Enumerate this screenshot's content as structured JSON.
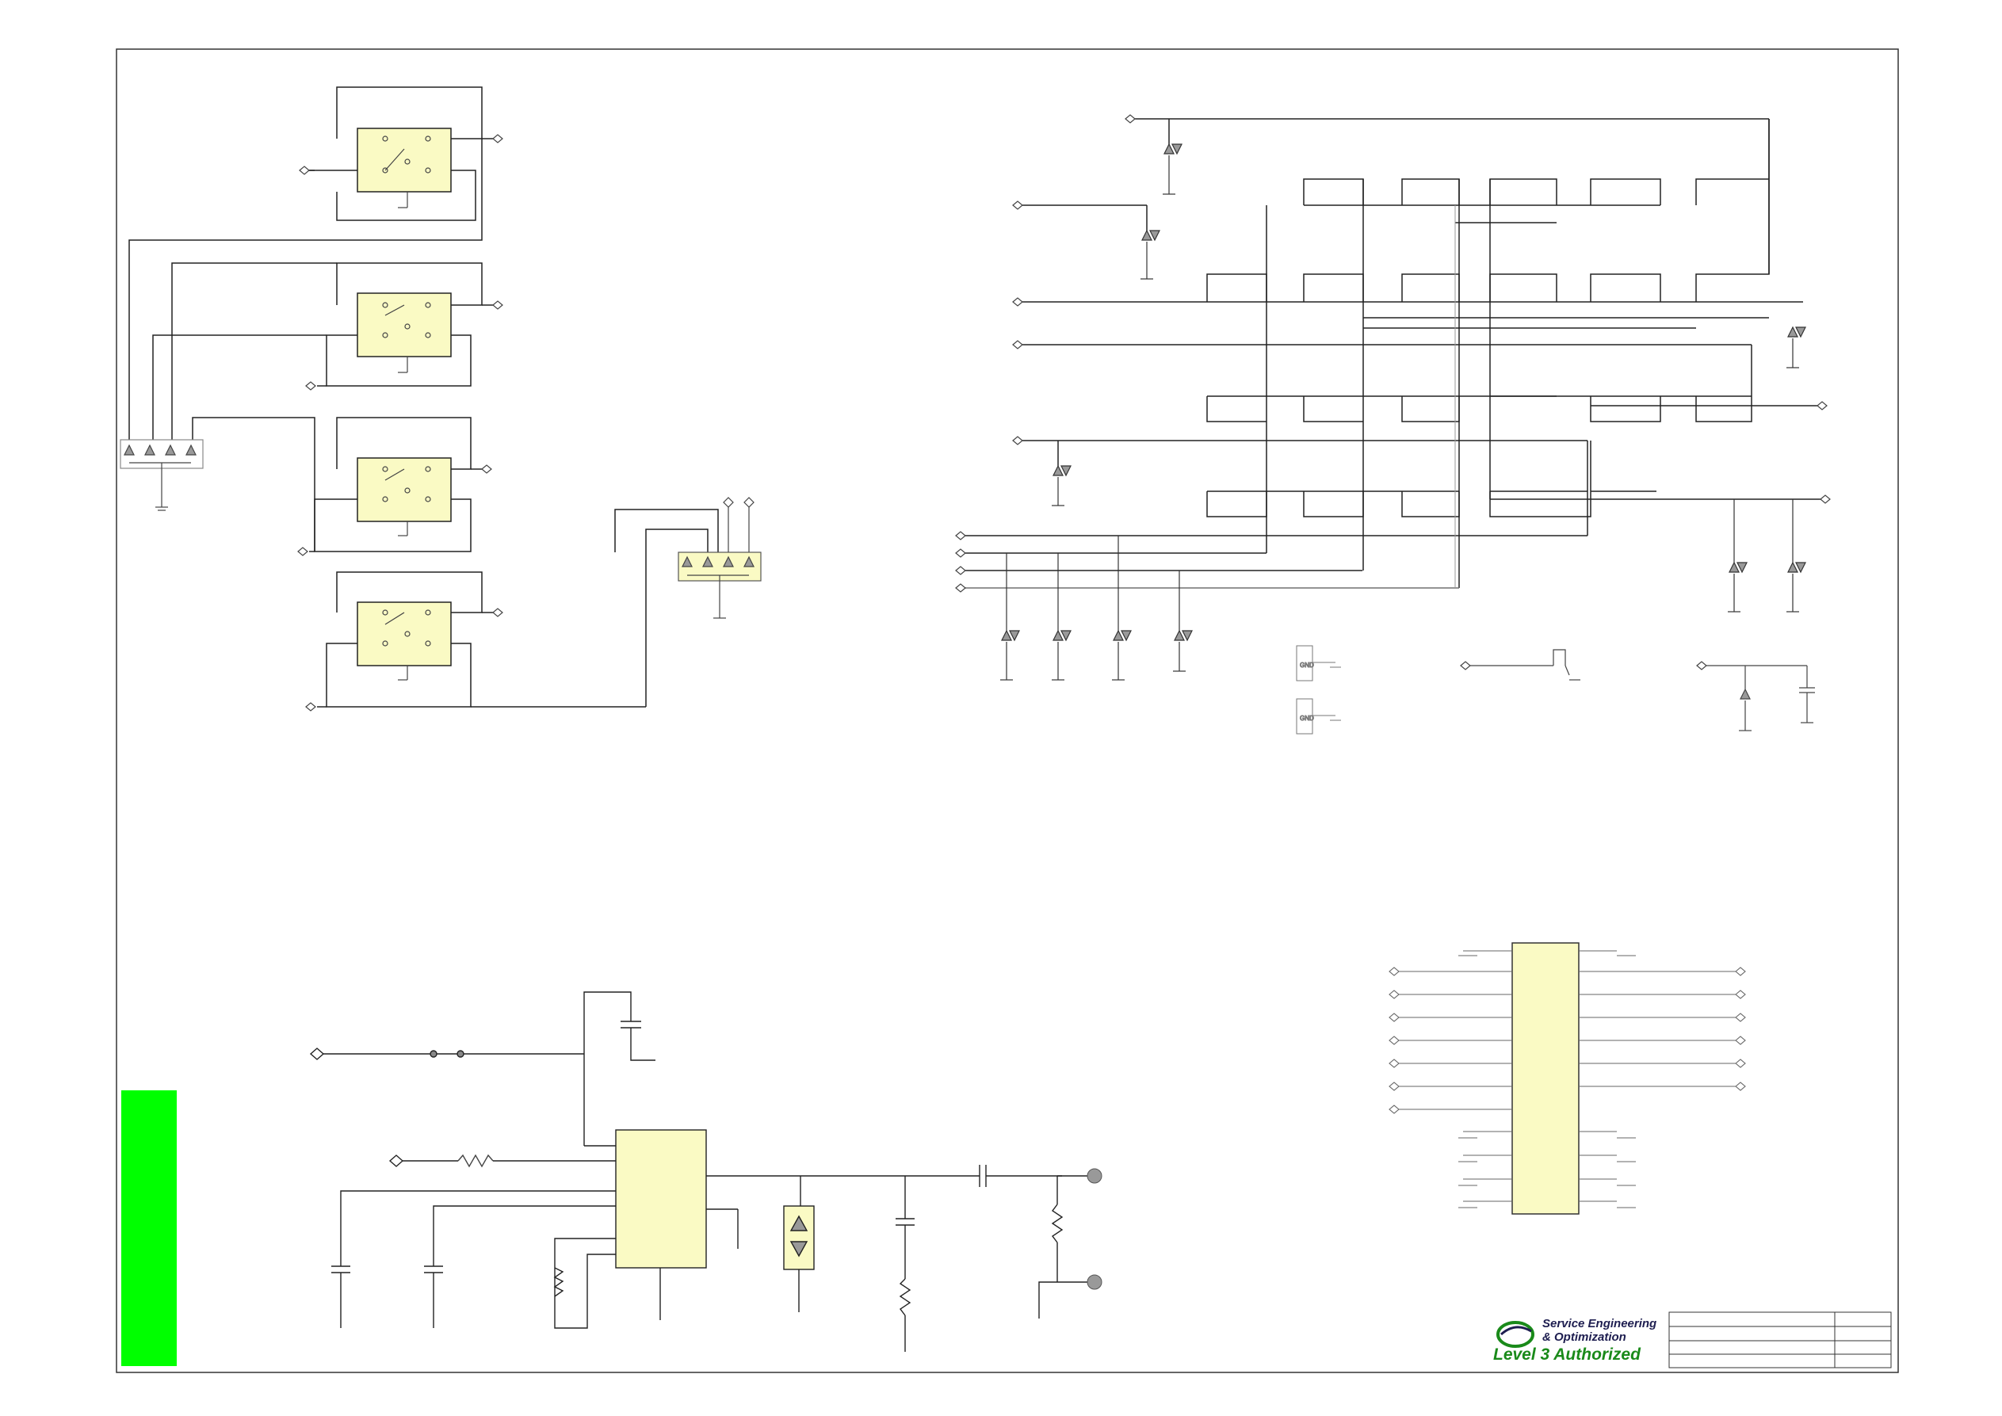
{
  "logo": {
    "line1": "Service Engineering",
    "line2": "& Optimization",
    "line3": "Level 3 Authorized"
  },
  "labels": {
    "gnd": "GND"
  },
  "colors": {
    "component_fill": "#fafac4",
    "wire": "#222222",
    "side_bar": "#00ff00",
    "logo_blue": "#1e1e50",
    "logo_green": "#1a8a1a",
    "test_point": "#999999"
  }
}
